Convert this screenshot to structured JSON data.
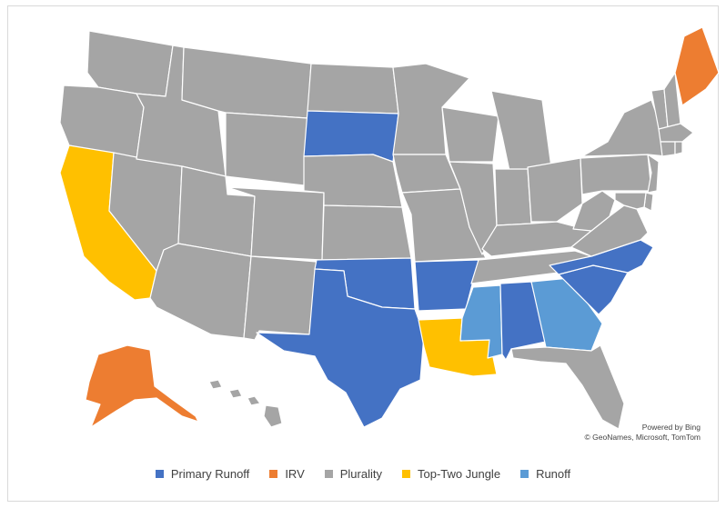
{
  "colors": {
    "primary_runoff": "#4472c4",
    "irv": "#ed7d31",
    "plurality": "#a5a5a5",
    "top_two_jungle": "#ffc000",
    "runoff": "#5b9bd5"
  },
  "attribution": {
    "line1": "Powered by Bing",
    "line2": "© GeoNames, Microsoft, TomTom"
  },
  "legend": [
    {
      "label": "Primary Runoff",
      "category": "primary_runoff"
    },
    {
      "label": "IRV",
      "category": "irv"
    },
    {
      "label": "Plurality",
      "category": "plurality"
    },
    {
      "label": "Top-Two Jungle",
      "category": "top_two_jungle"
    },
    {
      "label": "Runoff",
      "category": "runoff"
    }
  ],
  "states": [
    {
      "id": "WA",
      "category": "plurality"
    },
    {
      "id": "OR",
      "category": "plurality"
    },
    {
      "id": "CA",
      "category": "top_two_jungle"
    },
    {
      "id": "NV",
      "category": "plurality"
    },
    {
      "id": "ID",
      "category": "plurality"
    },
    {
      "id": "MT",
      "category": "plurality"
    },
    {
      "id": "WY",
      "category": "plurality"
    },
    {
      "id": "UT",
      "category": "plurality"
    },
    {
      "id": "AZ",
      "category": "plurality"
    },
    {
      "id": "CO",
      "category": "plurality"
    },
    {
      "id": "NM",
      "category": "plurality"
    },
    {
      "id": "ND",
      "category": "plurality"
    },
    {
      "id": "SD",
      "category": "primary_runoff"
    },
    {
      "id": "NE",
      "category": "plurality"
    },
    {
      "id": "KS",
      "category": "plurality"
    },
    {
      "id": "OK",
      "category": "primary_runoff"
    },
    {
      "id": "TX",
      "category": "primary_runoff"
    },
    {
      "id": "MN",
      "category": "plurality"
    },
    {
      "id": "IA",
      "category": "plurality"
    },
    {
      "id": "MO",
      "category": "plurality"
    },
    {
      "id": "AR",
      "category": "primary_runoff"
    },
    {
      "id": "LA",
      "category": "top_two_jungle"
    },
    {
      "id": "WI",
      "category": "plurality"
    },
    {
      "id": "IL",
      "category": "plurality"
    },
    {
      "id": "MI",
      "category": "plurality"
    },
    {
      "id": "IN",
      "category": "plurality"
    },
    {
      "id": "OH",
      "category": "plurality"
    },
    {
      "id": "KY",
      "category": "plurality"
    },
    {
      "id": "TN",
      "category": "plurality"
    },
    {
      "id": "MS",
      "category": "runoff"
    },
    {
      "id": "AL",
      "category": "primary_runoff"
    },
    {
      "id": "GA",
      "category": "runoff"
    },
    {
      "id": "FL",
      "category": "plurality"
    },
    {
      "id": "SC",
      "category": "primary_runoff"
    },
    {
      "id": "NC",
      "category": "primary_runoff"
    },
    {
      "id": "VA",
      "category": "plurality"
    },
    {
      "id": "WV",
      "category": "plurality"
    },
    {
      "id": "PA",
      "category": "plurality"
    },
    {
      "id": "NY",
      "category": "plurality"
    },
    {
      "id": "VT",
      "category": "plurality"
    },
    {
      "id": "NH",
      "category": "plurality"
    },
    {
      "id": "ME",
      "category": "irv"
    },
    {
      "id": "MA",
      "category": "plurality"
    },
    {
      "id": "CT",
      "category": "plurality"
    },
    {
      "id": "RI",
      "category": "plurality"
    },
    {
      "id": "NJ",
      "category": "plurality"
    },
    {
      "id": "DE",
      "category": "plurality"
    },
    {
      "id": "MD",
      "category": "plurality"
    },
    {
      "id": "AK",
      "category": "irv"
    },
    {
      "id": "HI",
      "category": "plurality"
    }
  ]
}
